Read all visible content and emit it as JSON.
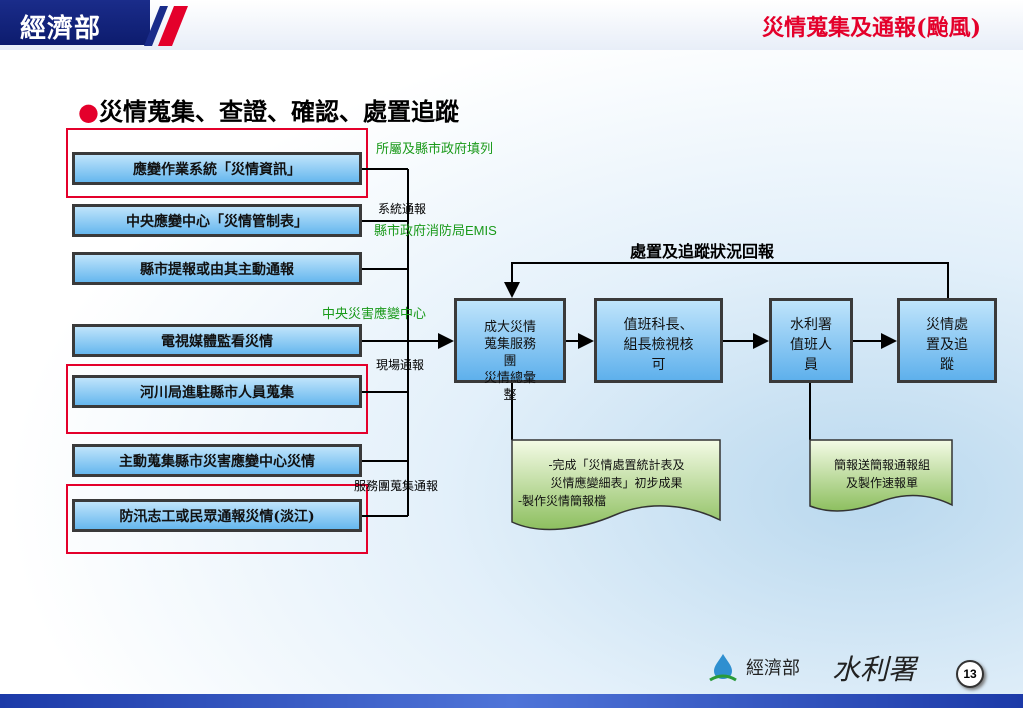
{
  "header": {
    "org_logo": "經濟部",
    "title": "災情蒐集及通報(颱風)"
  },
  "heading": {
    "bullet": "●",
    "text": "災情蒐集、查證、確認、處置追蹤"
  },
  "sources": [
    "應變作業系統「災情資訊」",
    "中央應變中心「災情管制表」",
    "縣市提報或由其主動通報",
    "電視媒體監看災情",
    "河川局進駐縣市人員蒐集",
    "主動蒐集縣市災害應變中心災情",
    "防汛志工或民眾通報災情(淡江)"
  ],
  "notes": {
    "county_fill": "所屬及縣市政府填列",
    "system_report": "系統通報",
    "emis": "縣市政府消防局EMIS",
    "central_center": "中央災害應變中心",
    "field_report": "現場通報",
    "service_team_report": "服務團蒐集通報"
  },
  "flow": {
    "feedback_label": "處置及追蹤狀況回報",
    "steps": [
      [
        "成大災情",
        "蒐集服務",
        "團",
        "災情總彙",
        "整"
      ],
      [
        "值班科長、",
        "組長檢視核",
        "可"
      ],
      [
        "水利署",
        "值班人",
        "員"
      ],
      [
        "災情處",
        "置及追",
        "蹤"
      ]
    ]
  },
  "documents": {
    "doc1": [
      "-完成「災情處置統計表及",
      "災情應變細表」初步成果",
      "-製作災情簡報檔"
    ],
    "doc2": [
      "簡報送簡報通報組",
      "及製作速報單"
    ]
  },
  "footer": {
    "ministry": "經濟部",
    "agency": "水利署",
    "page": "13"
  }
}
